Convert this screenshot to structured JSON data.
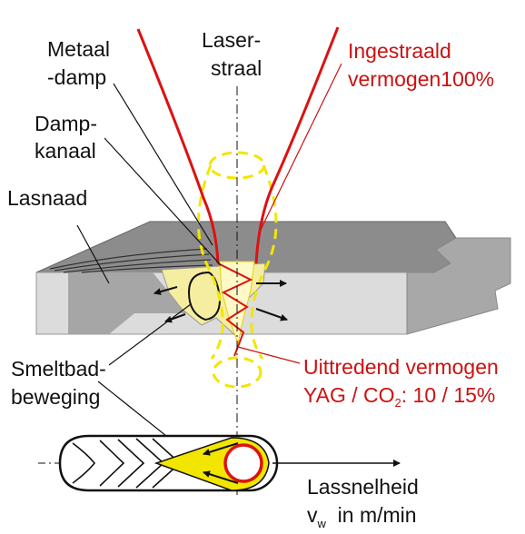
{
  "labels": {
    "metaal_1": "Metaal",
    "metaal_2": "-damp",
    "laser_1": "Laser-",
    "laser_2": "straal",
    "ingestraald_1": "Ingestraald",
    "ingestraald_2": "vermogen100%",
    "damp_1": "Damp-",
    "damp_2": "kanaal",
    "lasnaad": "Lasnaad",
    "smeltbad_1": "Smeltbad-",
    "smeltbad_2": "beweging",
    "uittredend": "Uittredend vermogen",
    "yag_prefix": "YAG / CO",
    "yag_sub": "2",
    "yag_suffix": ": 10 / 15%",
    "lassnelheid": "Lassnelheid",
    "vw_v": "v",
    "vw_sub": "w",
    "vw_rest": "  in m/min"
  },
  "colors": {
    "beam": "#dd1111",
    "annotation_red": "#cc1111",
    "melt_fill": "#f5eea0",
    "melt_yellow": "#f2e600",
    "plate_top": "#8c8c8c",
    "plate_front": "#dcdcdc",
    "plate_side": "#a8a8a8",
    "text": "#111111"
  }
}
